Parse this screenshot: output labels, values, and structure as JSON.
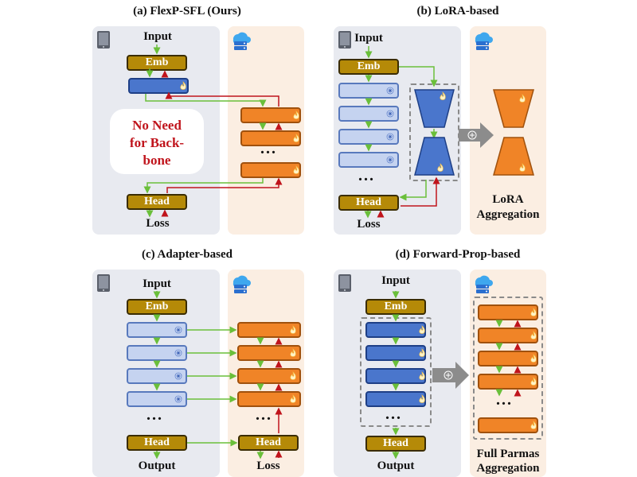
{
  "panels": {
    "a": {
      "title": "(a) FlexP-SFL (Ours)",
      "input": "Input",
      "emb": "Emb",
      "head": "Head",
      "output": "Loss",
      "note_lines": [
        "No Need",
        "for Back-",
        "bone"
      ],
      "server_dots": "..."
    },
    "b": {
      "title": "(b) LoRA-based",
      "input": "Input",
      "emb": "Emb",
      "head": "Head",
      "output": "Loss",
      "client_dots": "...",
      "aggregation_lines": [
        "LoRA",
        "Aggregation"
      ]
    },
    "c": {
      "title": "(c) Adapter-based",
      "input": "Input",
      "emb": "Emb",
      "head": "Head",
      "output": "Output",
      "server_head": "Head",
      "server_output": "Loss",
      "client_dots": "...",
      "server_dots": "..."
    },
    "d": {
      "title": "(d) Forward-Prop-based",
      "input": "Input",
      "emb": "Emb",
      "head": "Head",
      "output": "Output",
      "client_dots": "...",
      "server_dots": "...",
      "aggregation_lines": [
        "Full Parmas",
        "Aggregation"
      ]
    }
  },
  "colors": {
    "client_bg": "#e8eaf0",
    "server_bg": "#fbeee2",
    "gold_block": "#b58a08",
    "blue_block": "#4a76cc",
    "light_blue_block": "#c5d3f0",
    "orange_block": "#f08427",
    "forward_arrow": "#6abf3a",
    "backward_arrow": "#c0141c",
    "note_text": "#c0141c"
  },
  "icons": [
    "tablet-icon",
    "cloud-server-icon",
    "fire-icon",
    "snowflake-icon",
    "aggregate-plus-icon"
  ]
}
